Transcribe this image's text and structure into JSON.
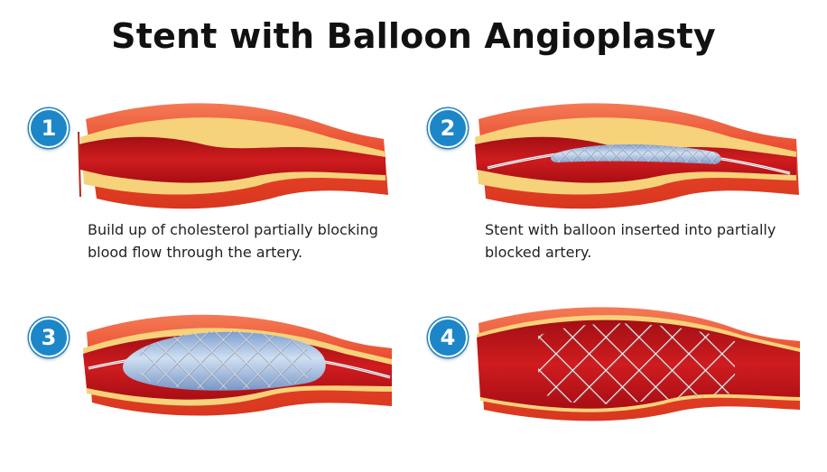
{
  "title": "Stent with Balloon Angioplasty",
  "steps": [
    {
      "number": "1",
      "caption_line1": "Build up of cholesterol partially blocking",
      "caption_line2": "blood flow through the artery."
    },
    {
      "number": "2",
      "caption_line1": "Stent with balloon inserted into partially",
      "caption_line2": "blocked artery."
    },
    {
      "number": "3"
    },
    {
      "number": "4"
    }
  ],
  "colors": {
    "badge": "#1c86c8",
    "artery_wall": "#e8452a",
    "blood": "#c8151b",
    "plaque": "#f6d27a",
    "balloon": "#a8c4e6",
    "stent_mesh": "#e8e8f0"
  }
}
